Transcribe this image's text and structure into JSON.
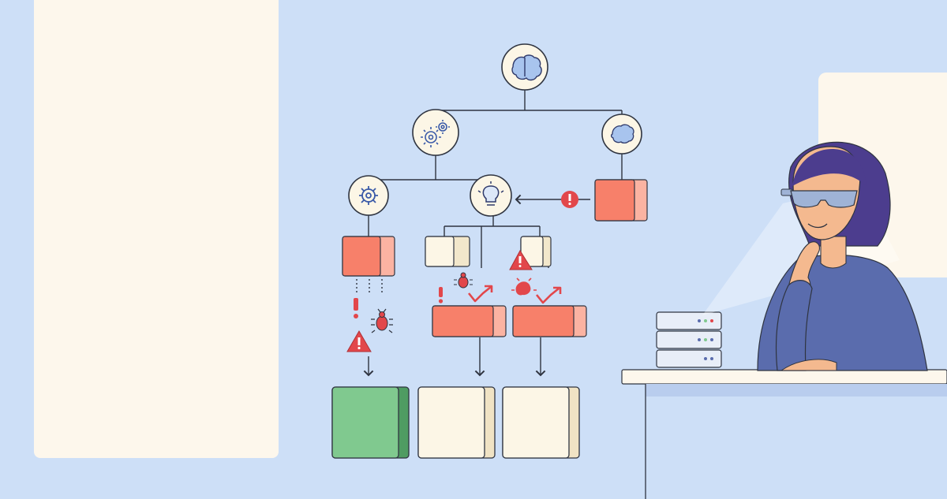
{
  "scene": {
    "palette": {
      "background": "#cddff7",
      "panel": "#fdf7ec",
      "red_box": "#f7806a",
      "red_box_side": "#fbb3a2",
      "cream_box": "#fcf6e6",
      "green_box": "#80c98f",
      "outline": "#2f3440",
      "alert": "#e2474b",
      "person_sweater": "#5a6cad",
      "person_hair": "#4c3d8e",
      "skin": "#f4b98f"
    },
    "icons": [
      "brain-icon",
      "gears-icon",
      "brain-icon",
      "gear-icon",
      "lightbulb-icon",
      "exclamation-icon",
      "bug-icon",
      "warning-icon",
      "trend-up-icon"
    ],
    "outcome_boxes": [
      "green",
      "cream",
      "cream"
    ]
  }
}
